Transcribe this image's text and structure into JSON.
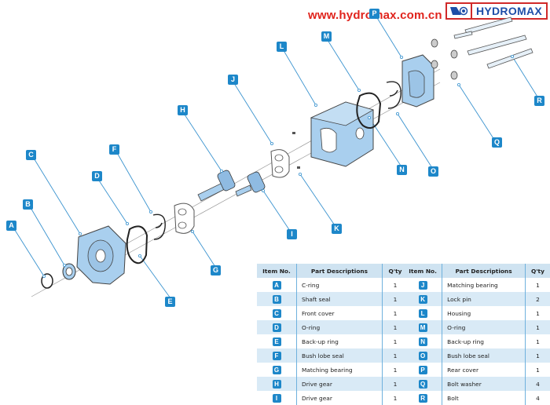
{
  "header": {
    "site_url": "www.hydromax.com.cn",
    "logo_text": "HYDROMAX",
    "colors": {
      "url_red": "#e0231c",
      "logo_blue": "#1d4ea8",
      "logo_border": "#d02a2a",
      "callout_blue": "#1d87c9",
      "part_fill": "#a9cfee"
    }
  },
  "diagram": {
    "title": "Gear pump exploded view",
    "callouts": [
      "A",
      "B",
      "C",
      "D",
      "E",
      "F",
      "G",
      "H",
      "I",
      "J",
      "K",
      "L",
      "M",
      "N",
      "O",
      "P",
      "Q",
      "R"
    ]
  },
  "tables": {
    "headers": {
      "item": "Item No.",
      "desc": "Part Descriptions",
      "qty": "Q'ty"
    },
    "left": [
      {
        "item": "A",
        "desc": "C-ring",
        "qty": "1"
      },
      {
        "item": "B",
        "desc": "Shaft seal",
        "qty": "1"
      },
      {
        "item": "C",
        "desc": "Front cover",
        "qty": "1"
      },
      {
        "item": "D",
        "desc": "O-ring",
        "qty": "1"
      },
      {
        "item": "E",
        "desc": "Back-up ring",
        "qty": "1"
      },
      {
        "item": "F",
        "desc": "Bush lobe seal",
        "qty": "1"
      },
      {
        "item": "G",
        "desc": "Matching bearing",
        "qty": "1"
      },
      {
        "item": "H",
        "desc": "Drive gear",
        "qty": "1"
      },
      {
        "item": "I",
        "desc": "Drive gear",
        "qty": "1"
      }
    ],
    "right": [
      {
        "item": "J",
        "desc": "Matching bearing",
        "qty": "1"
      },
      {
        "item": "K",
        "desc": "Lock pin",
        "qty": "2"
      },
      {
        "item": "L",
        "desc": "Housing",
        "qty": "1"
      },
      {
        "item": "M",
        "desc": "O-ring",
        "qty": "1"
      },
      {
        "item": "N",
        "desc": "Back-up ring",
        "qty": "1"
      },
      {
        "item": "O",
        "desc": "Bush lobe seal",
        "qty": "1"
      },
      {
        "item": "P",
        "desc": "Rear cover",
        "qty": "1"
      },
      {
        "item": "Q",
        "desc": "Bolt washer",
        "qty": "4"
      },
      {
        "item": "R",
        "desc": "Bolt",
        "qty": "4"
      }
    ]
  }
}
